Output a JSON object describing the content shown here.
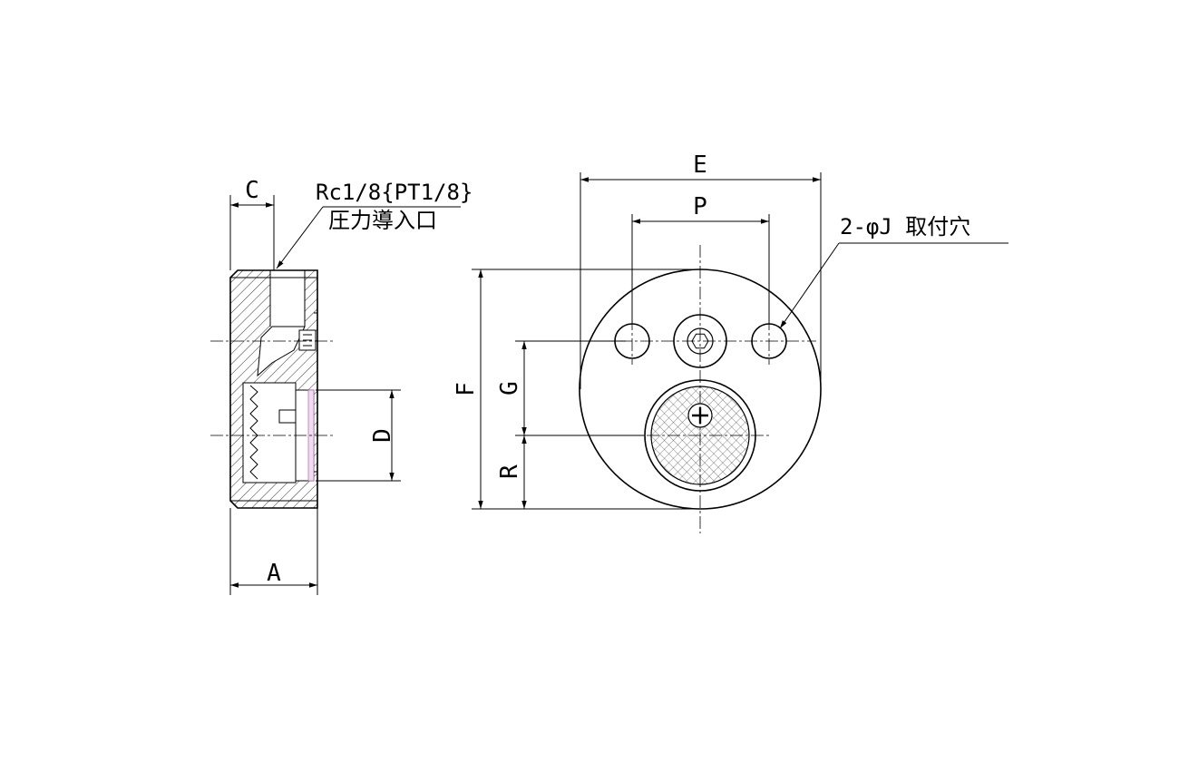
{
  "drawing": {
    "dimensions": {
      "A": "A",
      "C": "C",
      "D": "D",
      "E": "E",
      "F": "F",
      "G": "G",
      "P": "P",
      "R": "R"
    },
    "notes": {
      "port_thread": "Rc1/8{PT1/8}",
      "port_name": "圧力導入口",
      "mounting_holes": "2-φJ 取付穴"
    }
  }
}
